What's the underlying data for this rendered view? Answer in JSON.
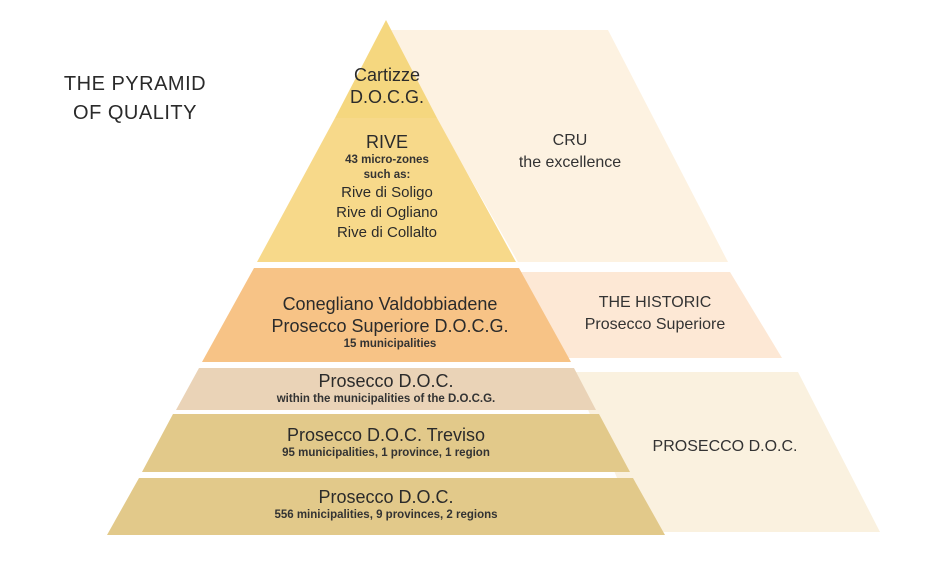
{
  "title": {
    "line1": "THE PYRAMID",
    "line2": "OF QUALITY"
  },
  "colors": {
    "cartizze": "#f5d77f",
    "rive": "#f7d98a",
    "historic": "#f7c386",
    "doc_within": "#ead3b7",
    "doc": "#e2c98a",
    "side_cru": "#fdf2e1",
    "side_historic": "#fde8d5",
    "side_doc": "#faf1df"
  },
  "levels": {
    "cartizze": {
      "line1": "Cartizze",
      "line2": "D.O.C.G."
    },
    "rive": {
      "name": "RIVE",
      "sub1": "43 micro-zones",
      "sub2": "such as:",
      "ex1": "Rive di Soligo",
      "ex2": "Rive di Ogliano",
      "ex3": "Rive di Collalto"
    },
    "docg": {
      "line1": "Conegliano Valdobbiadene",
      "line2": "Prosecco Superiore D.O.C.G.",
      "sub": "15 municipalities"
    },
    "doc_within": {
      "line1": "Prosecco D.O.C.",
      "sub": "within the municipalities of the D.O.C.G."
    },
    "doc_treviso": {
      "line1": "Prosecco D.O.C. Treviso",
      "sub": "95 municipalities, 1 province, 1 region"
    },
    "doc_all": {
      "line1": "Prosecco D.O.C.",
      "sub": "556 minicipalities, 9 provinces, 2 regions"
    }
  },
  "side_labels": {
    "cru": {
      "line1": "CRU",
      "line2": "the excellence"
    },
    "historic": {
      "line1": "THE HISTORIC",
      "line2": "Prosecco Superiore"
    },
    "doc": {
      "line1": "PROSECCO D.O.C."
    }
  }
}
